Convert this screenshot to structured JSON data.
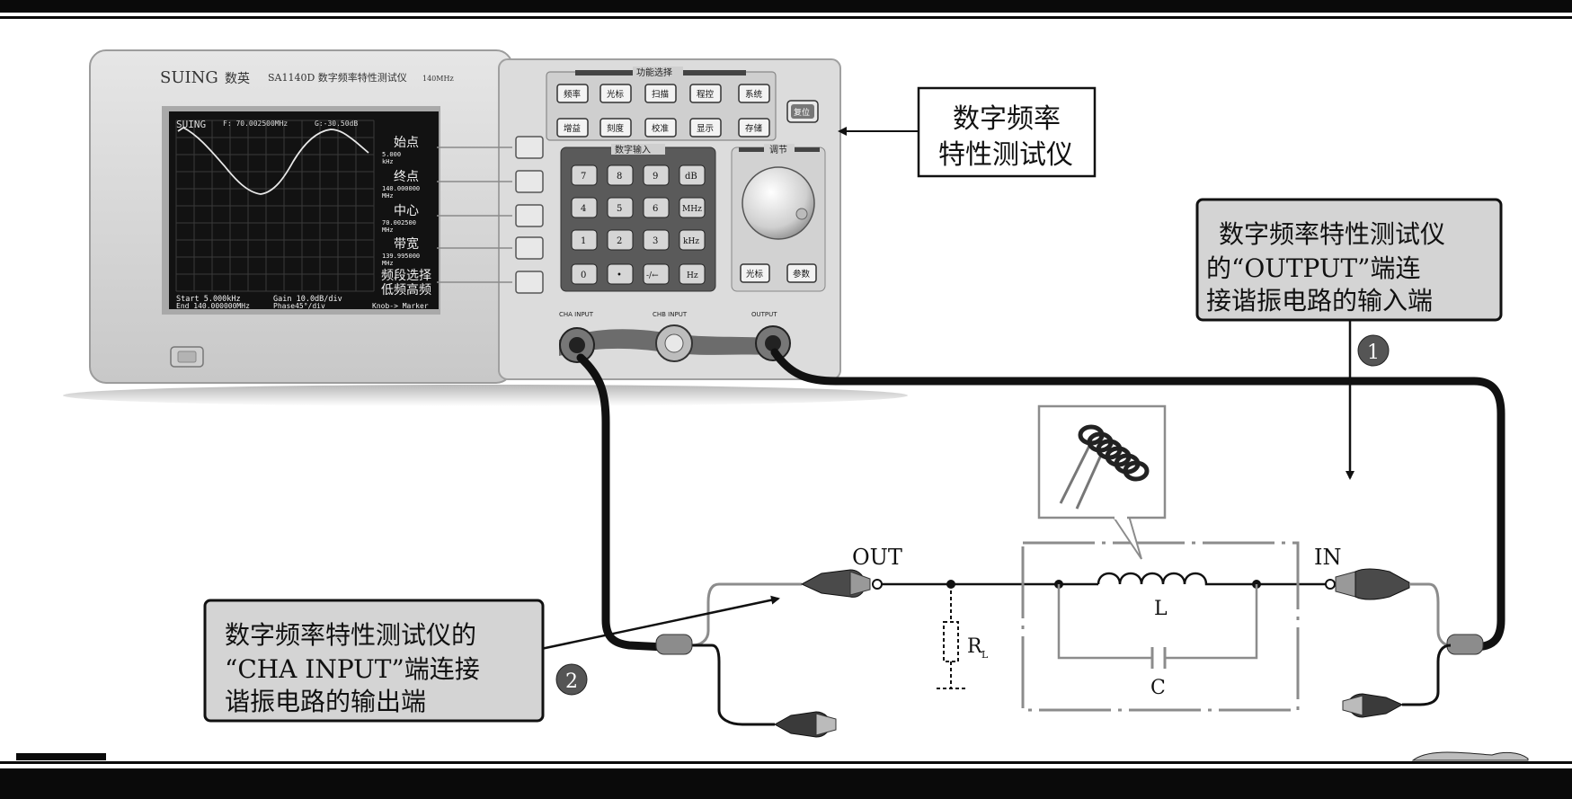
{
  "instrument": {
    "brand": "SUING",
    "brand_cn": "数英",
    "model": "SA1140D 数字频率特性测试仪",
    "bandwidth": "140MHz",
    "screen": {
      "logo": "SUING",
      "freq_readout": "F: 70.002500MHz",
      "gain_readout": "G:-30.50dB",
      "menu": [
        {
          "label": "始点",
          "value": "5.000",
          "unit": "kHz"
        },
        {
          "label": "终点",
          "value": "140.000000",
          "unit": "MHz"
        },
        {
          "label": "中心",
          "value": "70.002500",
          "unit": "MHz"
        },
        {
          "label": "带宽",
          "value": "139.995000",
          "unit": "MHz"
        },
        {
          "label": "频段选择",
          "value": "",
          "unit": ""
        },
        {
          "label": "低频高频",
          "value": "",
          "unit": ""
        }
      ],
      "footer_line1_left": "Start 5.000kHz",
      "footer_line1_mid": "Gain 10.0dB/div",
      "footer_line2_left": "End   140.000000MHz",
      "footer_line2_mid": "Phase45°/div",
      "footer_line2_right": "Knob-> Marker"
    },
    "function_panel": {
      "title": "功能选择",
      "row1": [
        "频率",
        "光标",
        "扫描",
        "程控",
        "系统"
      ],
      "row2": [
        "增益",
        "刻度",
        "校准",
        "显示",
        "存储"
      ],
      "reset_label": "复位"
    },
    "keypad": {
      "title": "数字输入",
      "keys": [
        [
          "7",
          "8",
          "9",
          "dB"
        ],
        [
          "4",
          "5",
          "6",
          "MHz"
        ],
        [
          "1",
          "2",
          "3",
          "kHz"
        ],
        [
          "0",
          "•",
          "-/←",
          "Hz"
        ]
      ]
    },
    "adjust": {
      "title": "调节",
      "btn_cursor": "光标",
      "btn_param": "参数"
    },
    "ports": {
      "cha": "CHA INPUT",
      "chb": "CHB INPUT",
      "output": "OUTPUT"
    }
  },
  "callouts": {
    "instrument_title_l1": "数字频率",
    "instrument_title_l2": "特性测试仪",
    "output_note_l1": "数字频率特性测试仪",
    "output_note_l2": "的“OUTPUT”端连",
    "output_note_l3": "接谐振电路的输入端",
    "cha_note_l1": "数字频率特性测试仪的",
    "cha_note_l2": "“CHA INPUT”端连接",
    "cha_note_l3": "谐振电路的输出端",
    "step1": "1",
    "step2": "2"
  },
  "circuit": {
    "out_label": "OUT",
    "in_label": "IN",
    "inductor_label": "L",
    "capacitor_label": "C",
    "load_label": "R",
    "load_sub": "L"
  },
  "colors": {
    "bezel": "#d9d9d9",
    "screen": "#121212",
    "callout_fill": "#d4d4d4",
    "cable": "#111111",
    "circuit_gray": "#8c8c8c"
  }
}
